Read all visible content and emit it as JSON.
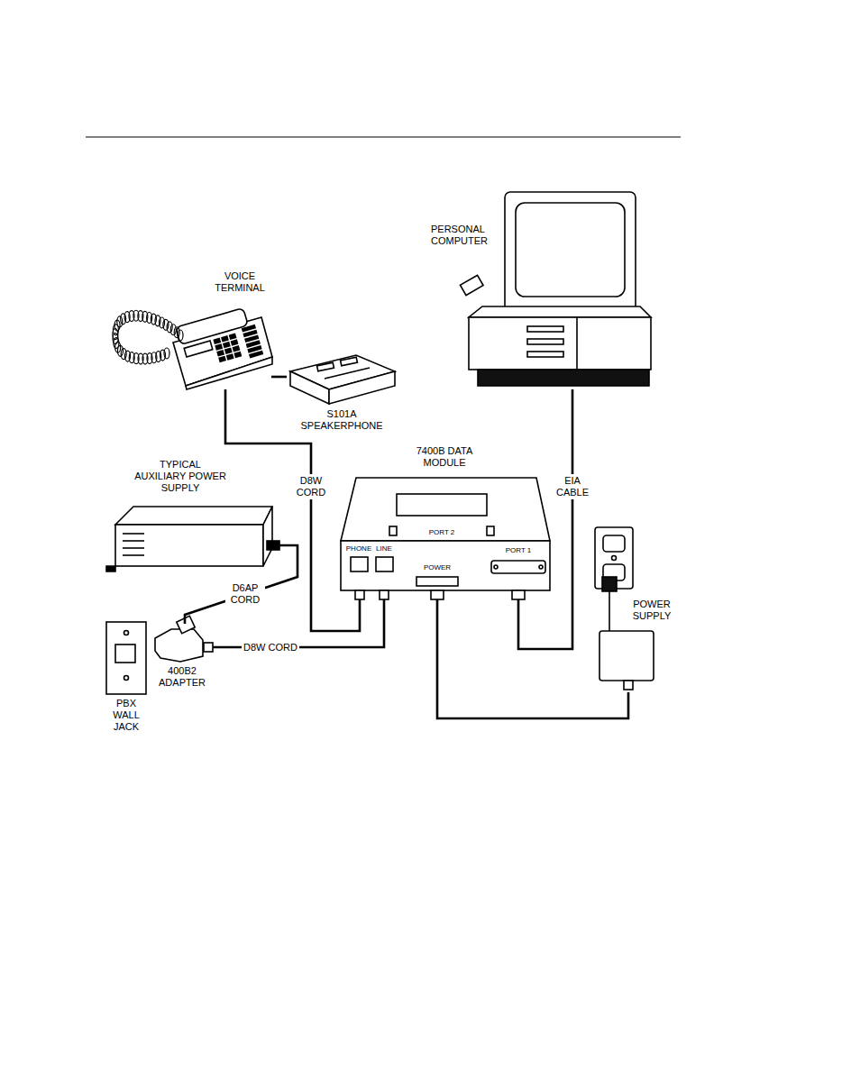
{
  "diagram": {
    "nodes": [
      {
        "text": [
          "PERSONAL COMPUTER"
        ]
      },
      {
        "text": [
          "VOICE TERMINAL"
        ]
      },
      {
        "text": [
          "S101A SPEAKERPHONE"
        ]
      },
      {
        "text": [
          "TYPICAL AUXILIARY POWER SUPPLY"
        ]
      },
      {
        "text": [
          "7400B DATA MODULE"
        ]
      },
      {
        "text": [
          "400B2 ADAPTER"
        ]
      },
      {
        "text": [
          "PBX WALL JACK"
        ]
      },
      {
        "text": [
          "POWER SUPPLY"
        ]
      }
    ],
    "edges": [
      {
        "from": 1,
        "to": 4,
        "label": "D8W CORD",
        "arrow": "none"
      },
      {
        "from": 3,
        "to": 5,
        "label": "D6AP CORD",
        "arrow": "none"
      },
      {
        "from": 5,
        "to": 4,
        "label": "D8W CORD",
        "arrow": "none"
      },
      {
        "from": 0,
        "to": 4,
        "label": "EIA CABLE",
        "arrow": "none"
      },
      {
        "from": 4,
        "to": 7,
        "arrow": "none"
      },
      {
        "from": 1,
        "to": 2,
        "arrow": "none"
      }
    ],
    "labels": [
      "PHONE",
      "LINE",
      "PORT 2",
      "POWER",
      "PORT 1"
    ]
  }
}
